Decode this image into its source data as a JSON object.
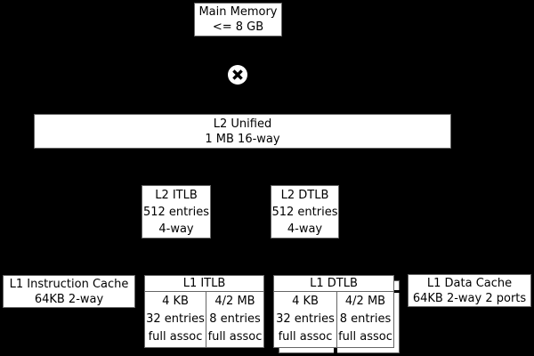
{
  "diagram": {
    "colors": {
      "background": "#000000",
      "box_fill": "#ffffff",
      "box_border": "#666666",
      "text": "#000000",
      "crossbar_fill": "#ffffff",
      "crossbar_glyph": "#000000"
    },
    "nodes": {
      "main_memory": {
        "lines": [
          "Main Memory",
          "<= 8 GB"
        ]
      },
      "crossbar": {
        "icon": "circled-times"
      },
      "l2_unified": {
        "lines": [
          "L2 Unified",
          "1 MB 16-way"
        ]
      },
      "l2_itlb": {
        "lines": [
          "L2 ITLB",
          "512 entries",
          "4-way"
        ]
      },
      "l2_dtlb": {
        "lines": [
          "L2 DTLB",
          "512 entries",
          "4-way"
        ]
      },
      "l1_instruction_cache": {
        "lines": [
          "L1 Instruction Cache",
          "64KB 2-way"
        ]
      },
      "l1_itlb": {
        "title": "L1 ITLB",
        "cells": [
          {
            "lines": [
              "4 KB",
              "32 entries",
              "full assoc"
            ]
          },
          {
            "lines": [
              "4/2 MB",
              "8 entries",
              "full assoc"
            ]
          }
        ]
      },
      "l1_dtlb": {
        "title": "L1 DTLB",
        "duplicated": true,
        "cells": [
          {
            "lines": [
              "4 KB",
              "32 entries",
              "full assoc"
            ]
          },
          {
            "lines": [
              "4/2 MB",
              "8 entries",
              "full assoc"
            ]
          }
        ]
      },
      "l1_data_cache": {
        "lines": [
          "L1 Data Cache",
          "64KB 2-way 2 ports"
        ]
      }
    }
  }
}
